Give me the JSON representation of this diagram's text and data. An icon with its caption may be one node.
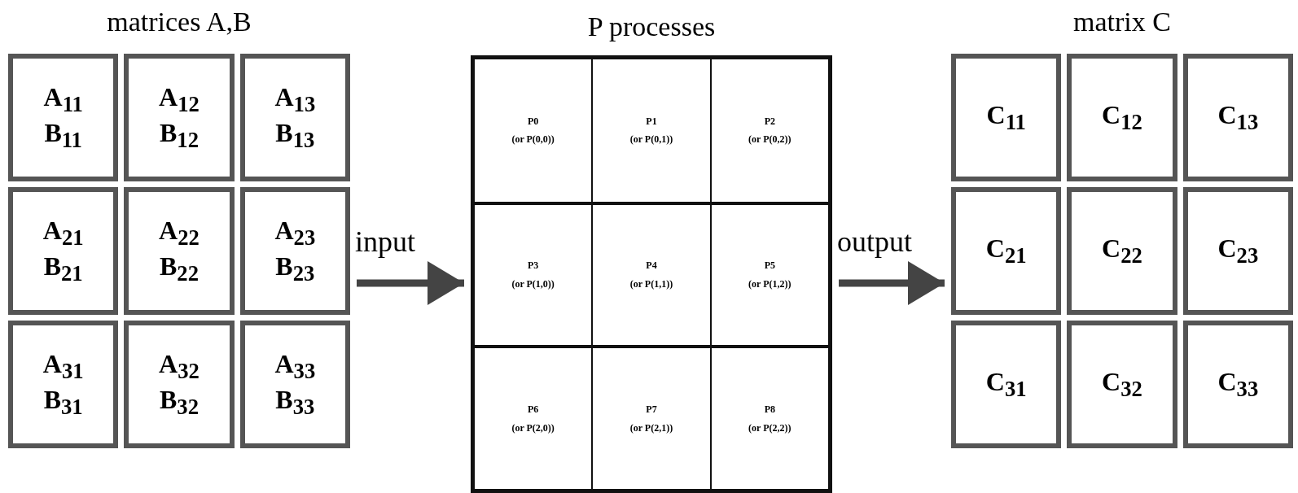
{
  "diagram": {
    "nodes": [
      {
        "text": [
          "matrices A,B"
        ]
      },
      {
        "text": [
          "A$_{11}$",
          "B$_{11}$"
        ],
        "in": 0
      },
      {
        "text": [
          "A$_{12}$",
          "B$_{12}$"
        ],
        "in": 0
      },
      {
        "text": [
          "A$_{13}$",
          "B$_{13}$"
        ],
        "in": 0
      },
      {
        "text": [
          "A$_{21}$",
          "B$_{21}$"
        ],
        "in": 0
      },
      {
        "text": [
          "A$_{22}$",
          "B$_{22}$"
        ],
        "in": 0
      },
      {
        "text": [
          "A$_{23}$",
          "B$_{23}$"
        ],
        "in": 0
      },
      {
        "text": [
          "A$_{31}$",
          "B$_{31}$"
        ],
        "in": 0
      },
      {
        "text": [
          "A$_{32}$",
          "B$_{32}$"
        ],
        "in": 0
      },
      {
        "text": [
          "A$_{33}$",
          "B$_{33}$"
        ],
        "in": 0
      },
      {
        "text": [
          "P processes"
        ]
      },
      {
        "text": [
          "P0",
          "(or P(0,0))"
        ],
        "in": 10
      },
      {
        "text": [
          "P1",
          "(or P(0,1))"
        ],
        "in": 10
      },
      {
        "text": [
          "P2",
          "(or P(0,2))"
        ],
        "in": 10
      },
      {
        "text": [
          "P3",
          "(or P(1,0))"
        ],
        "in": 10
      },
      {
        "text": [
          "P4",
          "(or P(1,1))"
        ],
        "in": 10
      },
      {
        "text": [
          "P5",
          "(or P(1,2))"
        ],
        "in": 10
      },
      {
        "text": [
          "P6",
          "(or P(2,0))"
        ],
        "in": 10
      },
      {
        "text": [
          "P7",
          "(or P(2,1))"
        ],
        "in": 10
      },
      {
        "text": [
          "P8",
          "(or P(2,2))"
        ],
        "in": 10
      },
      {
        "text": [
          "matrix C"
        ]
      },
      {
        "text": [
          "C$_{11}$"
        ],
        "in": 20
      },
      {
        "text": [
          "C$_{12}$"
        ],
        "in": 20
      },
      {
        "text": [
          "C$_{13}$"
        ],
        "in": 20
      },
      {
        "text": [
          "C$_{21}$"
        ],
        "in": 20
      },
      {
        "text": [
          "C$_{22}$"
        ],
        "in": 20
      },
      {
        "text": [
          "C$_{23}$"
        ],
        "in": 20
      },
      {
        "text": [
          "C$_{31}$"
        ],
        "in": 20
      },
      {
        "text": [
          "C$_{32}$"
        ],
        "in": 20
      },
      {
        "text": [
          "C$_{33}$"
        ],
        "in": 20
      }
    ],
    "edges": [
      {
        "from": 0,
        "to": 10,
        "arrow": "to",
        "label": "input"
      },
      {
        "from": 10,
        "to": 20,
        "arrow": "to",
        "label": "output"
      }
    ]
  }
}
